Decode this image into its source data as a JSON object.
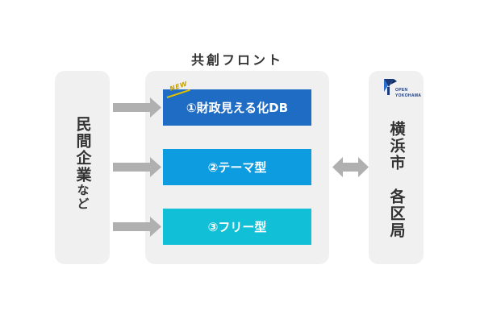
{
  "diagram": {
    "center_title": "共創フロント",
    "left_panel": {
      "label_main": "民間企業",
      "label_suffix": "など"
    },
    "right_panel": {
      "label_line1": "横浜市",
      "label_line2": "各区局",
      "logo": {
        "icon": "open-yokohama-logo-icon",
        "text_line1": "OPEN",
        "text_line2": "YOKOHAMA"
      }
    },
    "boxes": [
      {
        "label": "①財政見える化DB",
        "color": "#1f6cc4",
        "badge": "NEW"
      },
      {
        "label": "②テーマ型",
        "color": "#0d9ce0"
      },
      {
        "label": "③フリー型",
        "color": "#11bfd7"
      }
    ],
    "colors": {
      "panel": "#f0f0f0",
      "arrow": "#b0b0b0",
      "text": "#333333",
      "badge": "#e0c000"
    }
  }
}
